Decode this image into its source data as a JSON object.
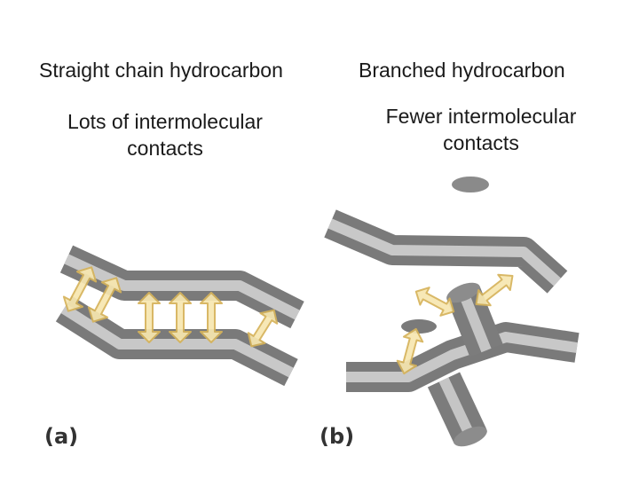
{
  "panel_a": {
    "heading": "Straight chain hydrocarbon",
    "note_line1": "Lots of intermolecular",
    "note_line2": "contacts",
    "label": "(a)"
  },
  "panel_b": {
    "heading": "Branched hydrocarbon",
    "note_line1": "Fewer intermolecular",
    "note_line2": "contacts",
    "label": "(b)"
  },
  "colors": {
    "chain_dark": "#6c6c6c",
    "chain_light": "#e6e6e6",
    "arrow_fill": "#f7e7b0",
    "arrow_stroke": "#d6b35a"
  }
}
